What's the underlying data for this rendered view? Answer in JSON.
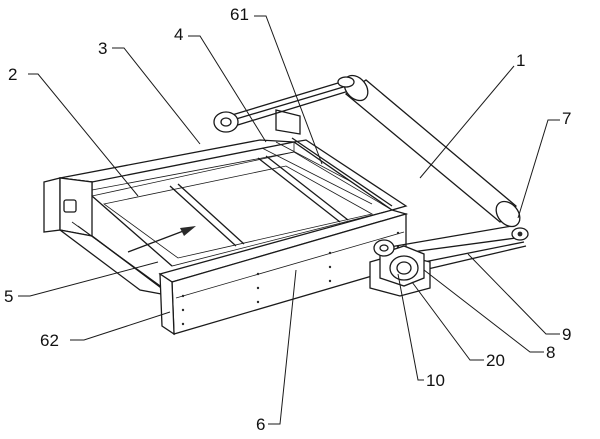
{
  "figure": {
    "labels": [
      {
        "id": "label-1",
        "text": "1"
      },
      {
        "id": "label-2",
        "text": "2"
      },
      {
        "id": "label-3",
        "text": "3"
      },
      {
        "id": "label-4",
        "text": "4"
      },
      {
        "id": "label-5",
        "text": "5"
      },
      {
        "id": "label-6",
        "text": "6"
      },
      {
        "id": "label-7",
        "text": "7"
      },
      {
        "id": "label-8",
        "text": "8"
      },
      {
        "id": "label-9",
        "text": "9"
      },
      {
        "id": "label-10",
        "text": "10"
      },
      {
        "id": "label-20",
        "text": "20"
      },
      {
        "id": "label-61",
        "text": "61"
      },
      {
        "id": "label-62",
        "text": "62"
      }
    ]
  }
}
